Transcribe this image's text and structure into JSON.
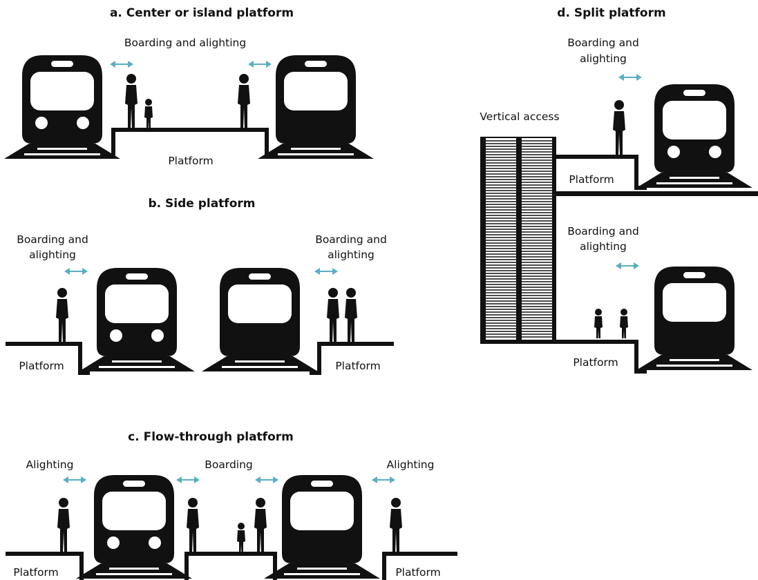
{
  "panels": {
    "a": {
      "title": "a. Center or island platform",
      "boarding": "Boarding and alighting",
      "platform": "Platform"
    },
    "b": {
      "title": "b. Side platform",
      "boarding_left_1": "Boarding and",
      "boarding_left_2": "alighting",
      "boarding_right_1": "Boarding and",
      "boarding_right_2": "alighting",
      "platform_left": "Platform",
      "platform_right": "Platform"
    },
    "c": {
      "title": "c. Flow-through platform",
      "alighting_left": "Alighting",
      "boarding": "Boarding",
      "alighting_right": "Alighting",
      "platform_left": "Platform",
      "platform_right": "Platform"
    },
    "d": {
      "title": "d. Split platform",
      "boarding_top_1": "Boarding and",
      "boarding_top_2": "alighting",
      "vertical_access": "Vertical access",
      "platform_top": "Platform",
      "boarding_bottom_1": "Boarding and",
      "boarding_bottom_2": "alighting",
      "platform_bottom": "Platform"
    }
  },
  "colors": {
    "arrow": "#5aaec4",
    "ink": "#111111",
    "background": "#ffffff"
  },
  "icons": [
    "train-front-icon",
    "train-rear-icon",
    "person-icon",
    "child-icon",
    "double-arrow-icon",
    "escalator-icon"
  ]
}
